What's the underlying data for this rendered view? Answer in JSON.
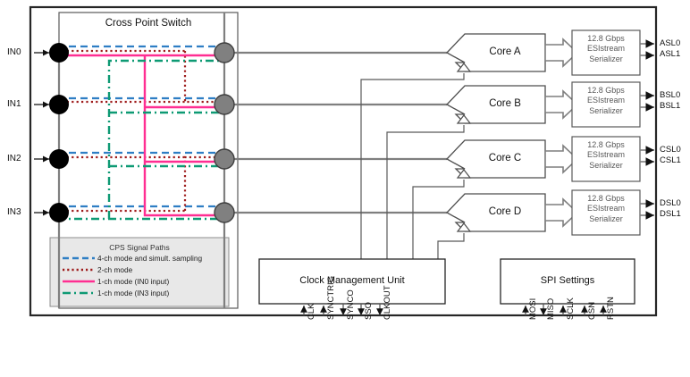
{
  "diagram": {
    "title_block": "Cross Point Switch",
    "inputs": [
      {
        "name": "IN0"
      },
      {
        "name": "IN1"
      },
      {
        "name": "IN2"
      },
      {
        "name": "IN3"
      }
    ],
    "cores": [
      {
        "label": "Core A"
      },
      {
        "label": "Core B"
      },
      {
        "label": "Core C"
      },
      {
        "label": "Core D"
      }
    ],
    "serializers": [
      {
        "line1": "12.8 Gbps",
        "line2": "ESIstream",
        "line3": "Serializer"
      },
      {
        "line1": "12.8 Gbps",
        "line2": "ESIstream",
        "line3": "Serializer"
      },
      {
        "line1": "12.8 Gbps",
        "line2": "ESIstream",
        "line3": "Serializer"
      },
      {
        "line1": "12.8 Gbps",
        "line2": "ESIstream",
        "line3": "Serializer"
      }
    ],
    "outputs": [
      {
        "p0": "ASL0",
        "p1": "ASL1"
      },
      {
        "p0": "BSL0",
        "p1": "BSL1"
      },
      {
        "p0": "CSL0",
        "p1": "CSL1"
      },
      {
        "p0": "DSL0",
        "p1": "DSL1"
      }
    ],
    "blocks": {
      "cmu": "Clock Management Unit",
      "spi": "SPI Settings"
    },
    "cmu_pins": [
      {
        "name": "CLK",
        "dir": "in"
      },
      {
        "name": "SYNCTRIG",
        "dir": "in"
      },
      {
        "name": "SYNCO",
        "dir": "out"
      },
      {
        "name": "SSO",
        "dir": "out"
      },
      {
        "name": "CLKOUT",
        "dir": "out"
      }
    ],
    "spi_pins": [
      {
        "name": "MOSI",
        "dir": "in"
      },
      {
        "name": "MISO",
        "dir": "out"
      },
      {
        "name": "SCLK",
        "dir": "in"
      },
      {
        "name": "CSN",
        "dir": "in"
      },
      {
        "name": "RSTN",
        "dir": "in"
      }
    ],
    "legend": {
      "title": "CPS Signal Paths",
      "items": [
        {
          "label": "4-ch mode and simult. sampling",
          "style": "dashed",
          "color": "#2E7EC4"
        },
        {
          "label": "2-ch mode",
          "style": "dotted",
          "color": "#9E1B1B"
        },
        {
          "label": "1-ch mode (IN0 input)",
          "style": "solid",
          "color": "#FF2E92"
        },
        {
          "label": "1-ch mode (IN3 input)",
          "style": "dashdot",
          "color": "#0E9A74"
        }
      ]
    },
    "colors": {
      "blue": "#2E7EC4",
      "darkred": "#9E1B1B",
      "pink": "#FF2E92",
      "green": "#0E9A74",
      "wire": "#7F7F7F",
      "frame": "#262626",
      "node_in": "#000000",
      "node_out": "#808080",
      "legend_bg": "#E8E8E8"
    }
  }
}
